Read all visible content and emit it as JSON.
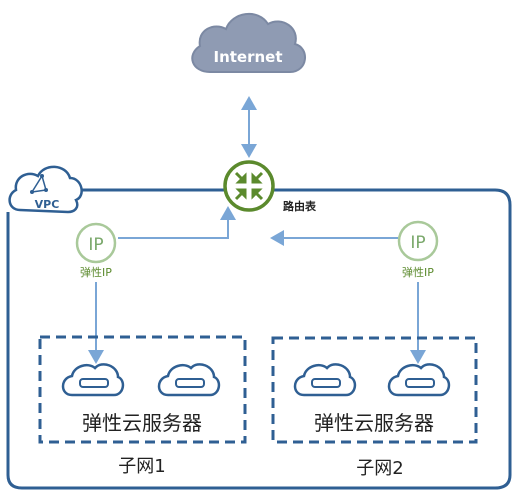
{
  "internet": {
    "label": "Internet"
  },
  "vpc": {
    "label": "VPC"
  },
  "router": {
    "label": "路由表"
  },
  "eip_left": {
    "label": "弹性IP",
    "badge": "IP"
  },
  "eip_right": {
    "label": "弹性IP",
    "badge": "IP"
  },
  "subnet1": {
    "servers_label": "弹性云服务器",
    "label": "子网1"
  },
  "subnet2": {
    "servers_label": "弹性云服务器",
    "label": "子网2"
  },
  "colors": {
    "cloud_internet": "#8f9bb3",
    "line_blue": "#2f5f93",
    "arrow_blue": "#7aa6d6",
    "router_green": "#5b8a2d",
    "eip_green": "#7aa86b",
    "text_dark": "#222222"
  }
}
